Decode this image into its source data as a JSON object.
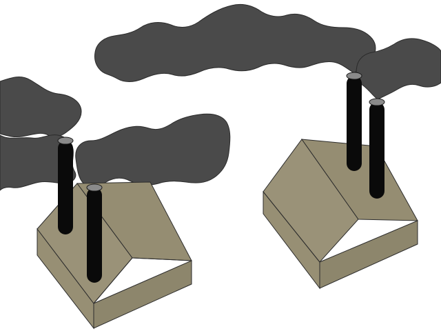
{
  "scene": {
    "description_label": "",
    "colors": {
      "background": "#ffffff",
      "smoke": "#4a4a4a",
      "smoke_outline": "#2a2a2a",
      "roof_light": "#9a9278",
      "roof_dark": "#8e876d",
      "wall": "#978f74",
      "chimney": "#0a0a0a",
      "chimney_top": "#8a8a8a",
      "outline": "#2b2b2b"
    },
    "factories": [
      {
        "name": "left-factory",
        "chimney_count": 2
      },
      {
        "name": "right-factory",
        "chimney_count": 2
      }
    ],
    "smoke_plumes": 4
  }
}
